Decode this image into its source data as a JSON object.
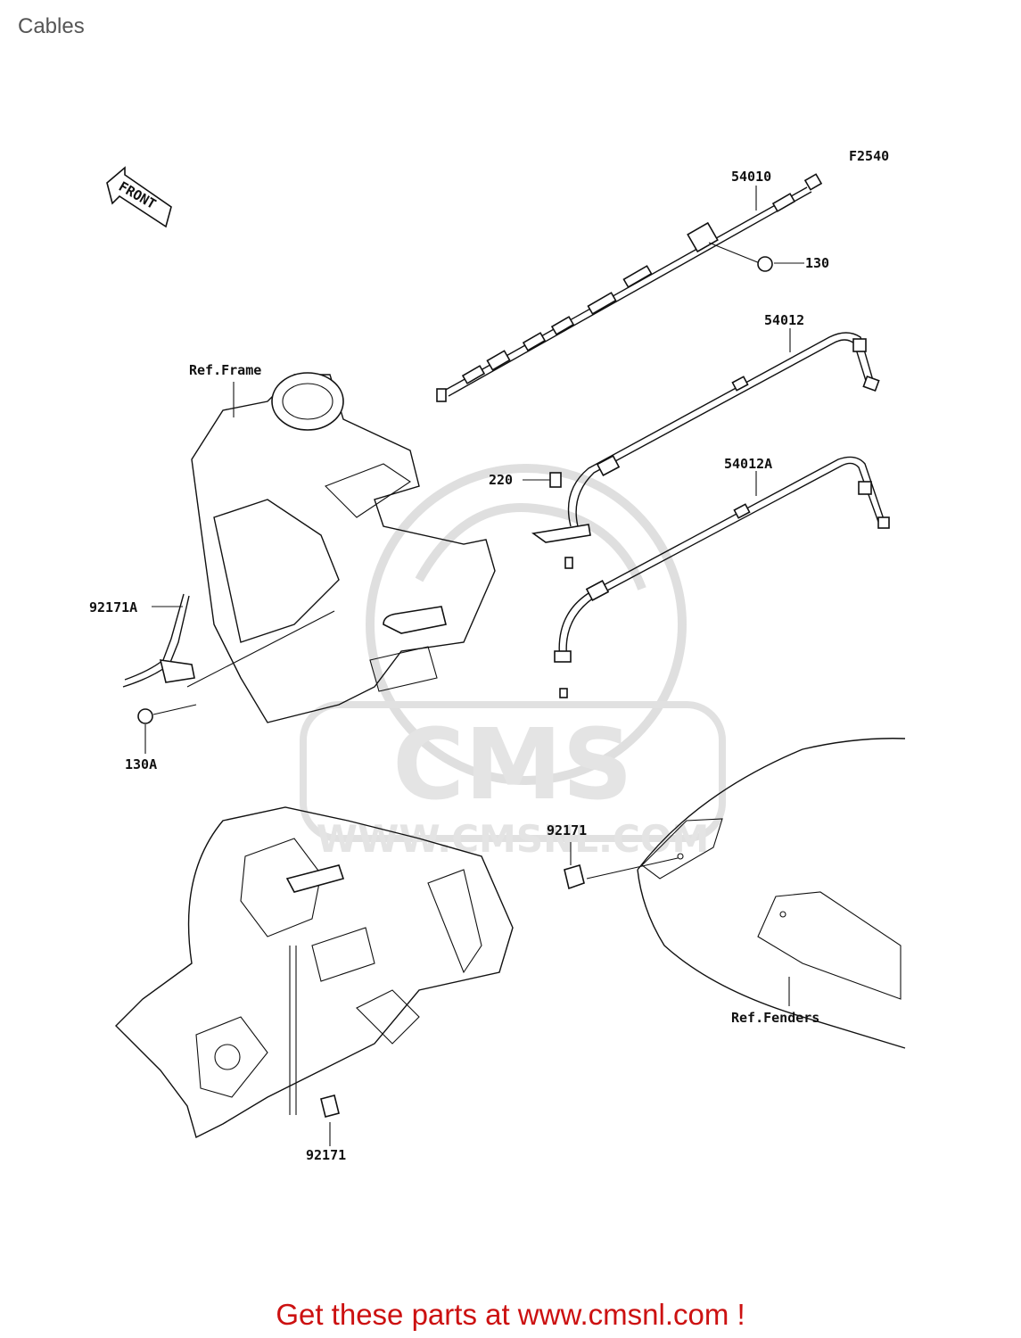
{
  "page": {
    "title": "Cables"
  },
  "diagram": {
    "code": "F2540",
    "front_arrow": "FRONT",
    "parts": [
      {
        "id": "throttle-cable-54010",
        "label": "54010"
      },
      {
        "id": "bolt-130",
        "label": "130"
      },
      {
        "id": "throttle-cable-54012",
        "label": "54012"
      },
      {
        "id": "screw-220",
        "label": "220"
      },
      {
        "id": "throttle-cable-54012a",
        "label": "54012A"
      },
      {
        "id": "clamp-92171a",
        "label": "92171A"
      },
      {
        "id": "bolt-130a",
        "label": "130A"
      },
      {
        "id": "clamp-92171-fender",
        "label": "92171"
      },
      {
        "id": "clamp-92171-frame",
        "label": "92171"
      }
    ],
    "refs": {
      "frame": "Ref.Frame",
      "fenders": "Ref.Fenders"
    },
    "watermark": {
      "brand": "CMS",
      "url": "WWW.CMSNL.COM"
    }
  },
  "footer": {
    "text": "Get these parts at www.cmsnl.com !"
  }
}
